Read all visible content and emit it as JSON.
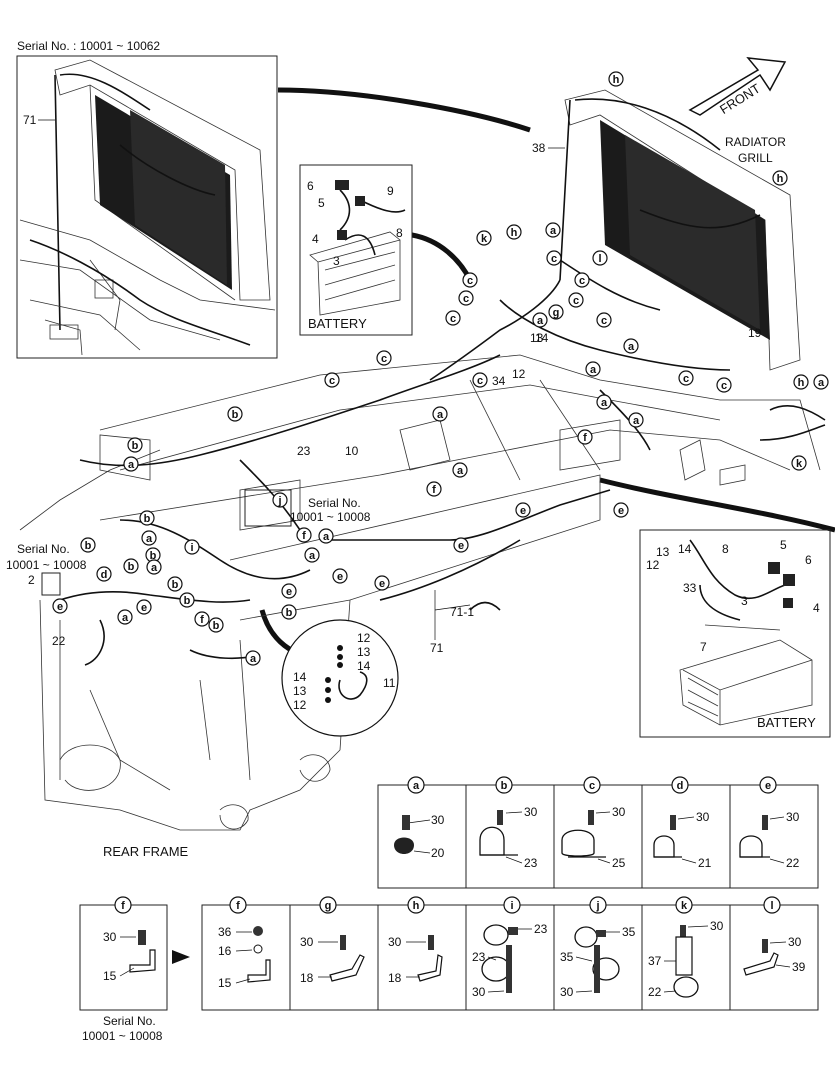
{
  "headings": {
    "serial_top": "Serial No. : 10001 ~ 10062",
    "front": "FRONT",
    "radiator_grill_1": "RADIATOR",
    "radiator_grill_2": "GRILL",
    "battery_top": "BATTERY",
    "battery_right": "BATTERY",
    "rear_frame": "REAR FRAME",
    "serial_mid_1": "Serial No.",
    "serial_mid_2": "10001 ~ 10008",
    "serial_left_1": "Serial No.",
    "serial_left_2": "10001 ~ 10008",
    "serial_bottom_1": "Serial No.",
    "serial_bottom_2": "10001 ~ 10008"
  },
  "part_numbers": {
    "p71_inset": "71",
    "p38": "38",
    "p19": "19",
    "p6a": "6",
    "p5a": "5",
    "p9a": "9",
    "p8a": "8",
    "p4a": "4",
    "p3a": "3",
    "p14a": "14",
    "p13a": "13",
    "p12a": "12",
    "p34": "34",
    "p23a": "23",
    "p10": "10",
    "p2": "2",
    "p22a": "22",
    "p71_1": "71-1",
    "p71b": "71",
    "p12b": "12",
    "p13b": "13",
    "p14b": "14",
    "p11": "11",
    "p14c": "14",
    "p13c": "13",
    "p12c": "12",
    "p13d": "13",
    "p14d": "14",
    "p12d": "12",
    "p8b": "8",
    "p33": "33",
    "p5b": "5",
    "p6b": "6",
    "p3b": "3",
    "p4b": "4",
    "p7": "7"
  },
  "callout_letters": [
    "a",
    "b",
    "c",
    "d",
    "e",
    "f",
    "g",
    "h",
    "i",
    "j",
    "k",
    "l"
  ],
  "detail_row1": [
    {
      "letter": "a",
      "top": "30",
      "bottom": "20"
    },
    {
      "letter": "b",
      "top": "30",
      "bottom": "23"
    },
    {
      "letter": "c",
      "top": "30",
      "bottom": "25"
    },
    {
      "letter": "d",
      "top": "30",
      "bottom": "21"
    },
    {
      "letter": "e",
      "top": "30",
      "bottom": "22"
    }
  ],
  "detail_single": {
    "letter": "f",
    "n1": "30",
    "n2": "15"
  },
  "detail_row2": [
    {
      "letter": "f",
      "n1": "36",
      "n2": "16",
      "n3": "15"
    },
    {
      "letter": "g",
      "n1": "30",
      "n2": "18"
    },
    {
      "letter": "h",
      "n1": "30",
      "n2": "18"
    },
    {
      "letter": "i",
      "n1": "23",
      "n2": "23",
      "n3": "30"
    },
    {
      "letter": "j",
      "n1": "35",
      "n2": "35",
      "n3": "30"
    },
    {
      "letter": "k",
      "n1": "30",
      "n2": "37",
      "n3": "22"
    },
    {
      "letter": "l",
      "n1": "30",
      "n2": "39"
    }
  ]
}
